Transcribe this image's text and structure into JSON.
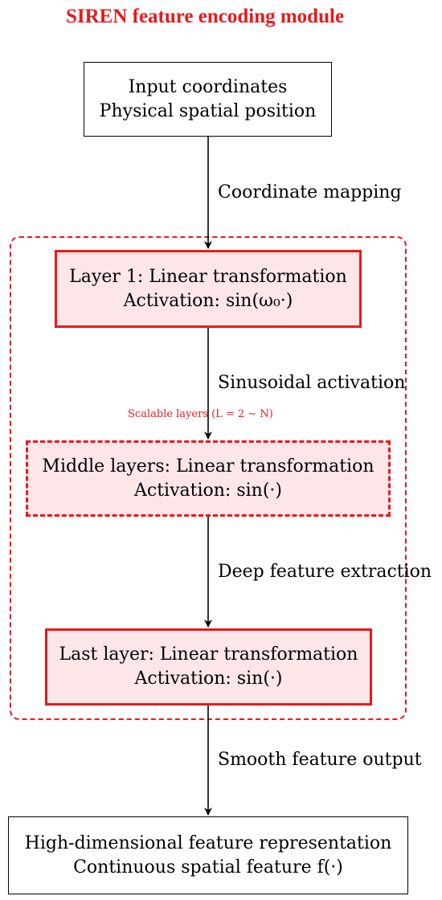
{
  "title": "SIREN feature encoding module",
  "nodes": {
    "input": {
      "line1": "Input coordinates",
      "line2": "Physical spatial position"
    },
    "layer1": {
      "line1": "Layer 1: Linear transformation",
      "line2": "Activation: sin(ω₀·)"
    },
    "middle": {
      "line1": "Middle layers: Linear transformation",
      "line2": "Activation: sin(·)"
    },
    "last": {
      "line1": "Last layer: Linear transformation",
      "line2": "Activation: sin(·)"
    },
    "output": {
      "line1": "High-dimensional feature representation",
      "line2": "Continuous spatial feature f(·)"
    }
  },
  "edges": {
    "e1": "Coordinate mapping",
    "e2": "Sinusoidal activation",
    "e3": "Deep feature extraction",
    "e4": "Smooth feature output"
  },
  "group": {
    "label": "Scalable layers (L = 2 ∼ N)"
  },
  "colors": {
    "accent": "#e8191c",
    "fill": "#fde6e8",
    "line": "#000000"
  }
}
